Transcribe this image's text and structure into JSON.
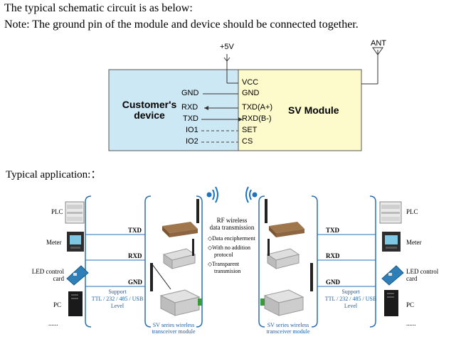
{
  "intro": {
    "line1": "The typical schematic circuit is as below:",
    "line2": "Note: The ground pin of the module and device should be connected together."
  },
  "schematic": {
    "supply_label": "+5V",
    "antenna_label": "ANT",
    "customer_title_line1": "Customer's",
    "customer_title_line2": "device",
    "customer_pins": [
      "GND",
      "RXD",
      "TXD",
      "IO1",
      "IO2"
    ],
    "module_pins": [
      "VCC",
      "GND",
      "TXD(A+)",
      "RXD(B-)",
      "SET",
      "CS"
    ],
    "module_title": "SV Module",
    "colors": {
      "customer_fill": "#cde8f5",
      "module_fill": "#fdfacb",
      "border": "#555555"
    }
  },
  "application": {
    "heading": "Typical application:：",
    "left_devices": [
      "PLC",
      "Meter",
      "LED control card",
      "PC",
      "......"
    ],
    "right_devices": [
      "PLC",
      "Meter",
      "LED control card",
      "PC",
      "......"
    ],
    "signal_labels": [
      "TXD",
      "RXD",
      "GND"
    ],
    "support_text": [
      "Support",
      "TTL / 232 / 485 / USB",
      "Level"
    ],
    "center_title": [
      "RF wireless",
      "data transmission"
    ],
    "features": [
      {
        "mark": "◇",
        "lines": [
          "Data encipherment"
        ]
      },
      {
        "mark": "◇",
        "lines": [
          "With no addition",
          "protocol"
        ]
      },
      {
        "mark": "◇",
        "lines": [
          "Transparent",
          "transmision"
        ]
      }
    ],
    "transceiver_caption": [
      "SV series wireless",
      "transceiver module"
    ],
    "colors": {
      "bracket": "#2a6fb5",
      "caption_text": "#1f5fa8",
      "wave": "#1e73be"
    }
  }
}
